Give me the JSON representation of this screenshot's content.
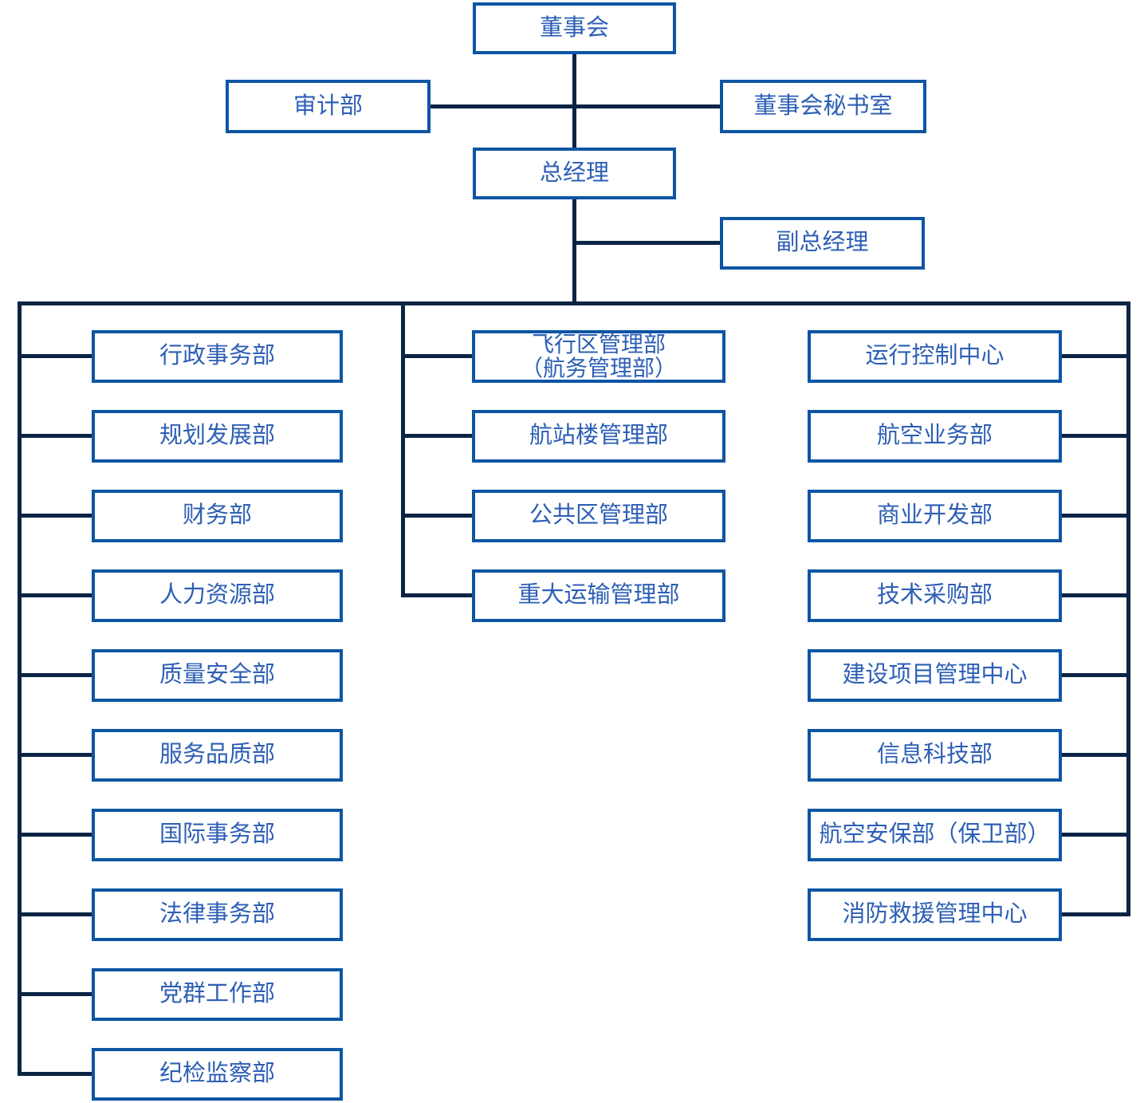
{
  "colors": {
    "box_border": "#0d55a4",
    "box_text": "#2d5fb5",
    "connector": "#0b2444",
    "background": "#ffffff"
  },
  "nodes": {
    "board": {
      "label": "董事会"
    },
    "audit": {
      "label": "审计部"
    },
    "board_secretariat": {
      "label": "董事会秘书室"
    },
    "general_manager": {
      "label": "总经理"
    },
    "deputy_general_manager": {
      "label": "副总经理"
    }
  },
  "columns": {
    "left": {
      "items": [
        {
          "label": "行政事务部"
        },
        {
          "label": "规划发展部"
        },
        {
          "label": "财务部"
        },
        {
          "label": "人力资源部"
        },
        {
          "label": "质量安全部"
        },
        {
          "label": "服务品质部"
        },
        {
          "label": "国际事务部"
        },
        {
          "label": "法律事务部"
        },
        {
          "label": "党群工作部"
        },
        {
          "label": "纪检监察部"
        }
      ]
    },
    "middle": {
      "items": [
        {
          "label": "飞行区管理部\n（航务管理部）"
        },
        {
          "label": "航站楼管理部"
        },
        {
          "label": "公共区管理部"
        },
        {
          "label": "重大运输管理部"
        }
      ]
    },
    "right": {
      "items": [
        {
          "label": "运行控制中心"
        },
        {
          "label": "航空业务部"
        },
        {
          "label": "商业开发部"
        },
        {
          "label": "技术采购部"
        },
        {
          "label": "建设项目管理中心"
        },
        {
          "label": "信息科技部"
        },
        {
          "label": "航空安保部（保卫部）"
        },
        {
          "label": "消防救援管理中心"
        }
      ]
    }
  }
}
